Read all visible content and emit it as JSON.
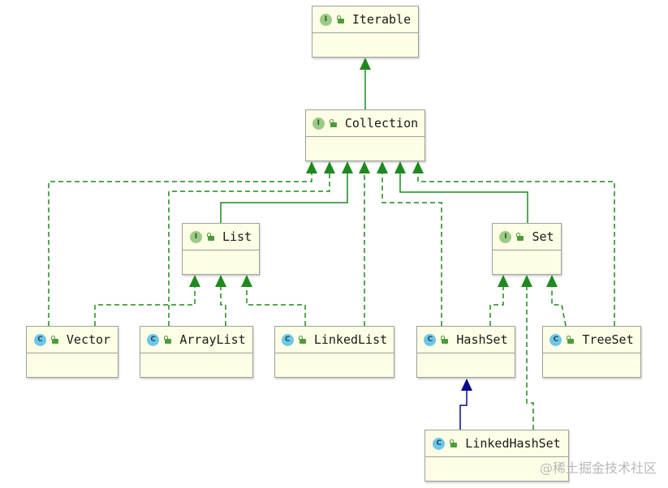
{
  "nodes": [
    {
      "id": "iterable",
      "name": "Iterable",
      "kind": "interface"
    },
    {
      "id": "collection",
      "name": "Collection",
      "kind": "interface"
    },
    {
      "id": "list",
      "name": "List",
      "kind": "interface"
    },
    {
      "id": "set",
      "name": "Set",
      "kind": "interface"
    },
    {
      "id": "vector",
      "name": "Vector",
      "kind": "class"
    },
    {
      "id": "arraylist",
      "name": "ArrayList",
      "kind": "class"
    },
    {
      "id": "linkedlist",
      "name": "LinkedList",
      "kind": "class"
    },
    {
      "id": "hashset",
      "name": "HashSet",
      "kind": "class"
    },
    {
      "id": "treeset",
      "name": "TreeSet",
      "kind": "class"
    },
    {
      "id": "linkedhashset",
      "name": "LinkedHashSet",
      "kind": "class"
    }
  ],
  "badges": {
    "interface": "I",
    "class": "C"
  },
  "edges": [
    {
      "from": "collection",
      "to": "iterable",
      "type": "extends"
    },
    {
      "from": "list",
      "to": "collection",
      "type": "extends"
    },
    {
      "from": "set",
      "to": "collection",
      "type": "extends"
    },
    {
      "from": "vector",
      "to": "collection",
      "type": "implements"
    },
    {
      "from": "arraylist",
      "to": "collection",
      "type": "implements"
    },
    {
      "from": "linkedlist",
      "to": "collection",
      "type": "implements"
    },
    {
      "from": "hashset",
      "to": "collection",
      "type": "implements"
    },
    {
      "from": "treeset",
      "to": "collection",
      "type": "implements"
    },
    {
      "from": "vector",
      "to": "list",
      "type": "implements"
    },
    {
      "from": "arraylist",
      "to": "list",
      "type": "implements"
    },
    {
      "from": "linkedlist",
      "to": "list",
      "type": "implements"
    },
    {
      "from": "hashset",
      "to": "set",
      "type": "implements"
    },
    {
      "from": "linkedhashset",
      "to": "set",
      "type": "implements"
    },
    {
      "from": "treeset",
      "to": "set",
      "type": "implements"
    },
    {
      "from": "linkedhashset",
      "to": "hashset",
      "type": "extends-class"
    }
  ],
  "colors": {
    "interface_edge": "#1e8a1e",
    "class_edge": "#0a0a8c",
    "box_fill": "#fefde6",
    "box_border": "#9aa39a"
  },
  "watermark": "@稀土掘金技术社区"
}
